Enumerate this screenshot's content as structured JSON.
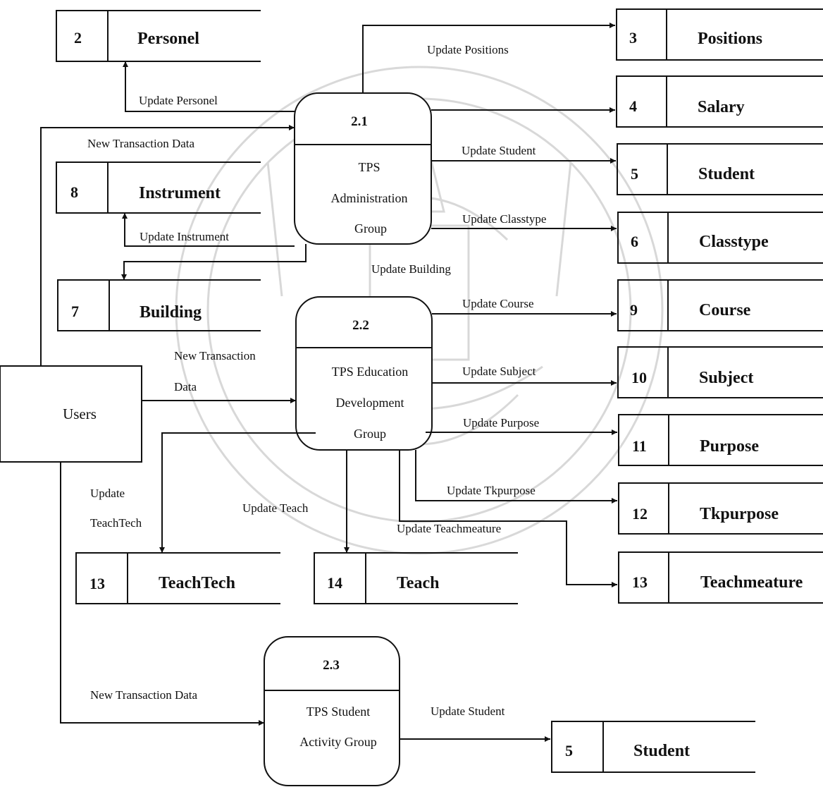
{
  "stores": {
    "personel": {
      "id": "2",
      "name": "Personel"
    },
    "positions": {
      "id": "3",
      "name": "Positions"
    },
    "salary": {
      "id": "4",
      "name": "Salary"
    },
    "student_a": {
      "id": "5",
      "name": "Student"
    },
    "classtype": {
      "id": "6",
      "name": "Classtype"
    },
    "instrument": {
      "id": "8",
      "name": "Instrument"
    },
    "building": {
      "id": "7",
      "name": "Building"
    },
    "course": {
      "id": "9",
      "name": "Course"
    },
    "subject": {
      "id": "10",
      "name": "Subject"
    },
    "purpose": {
      "id": "11",
      "name": "Purpose"
    },
    "tkpurpose": {
      "id": "12",
      "name": "Tkpurpose"
    },
    "teachtech": {
      "id": "13",
      "name": "TeachTech"
    },
    "teach": {
      "id": "14",
      "name": "Teach"
    },
    "teachmeature": {
      "id": "13",
      "name": "Teachmeature"
    },
    "student_b": {
      "id": "5",
      "name": "Student"
    }
  },
  "processes": {
    "p21": {
      "id": "2.1",
      "lines": [
        "TPS",
        "Administration",
        "Group"
      ]
    },
    "p22": {
      "id": "2.2",
      "lines": [
        "TPS Education",
        "Development",
        "Group"
      ]
    },
    "p23": {
      "id": "2.3",
      "lines": [
        "TPS Student",
        "Activity Group"
      ]
    }
  },
  "external": {
    "users": "Users"
  },
  "flows": {
    "update_positions": "Update Positions",
    "update_personel": "Update Personel",
    "new_transaction_1": "New Transaction Data",
    "update_student_1": "Update Student",
    "update_instrument": "Update Instrument",
    "update_classtype": "Update Classtype",
    "update_building": "Update Building",
    "update_course": "Update Course",
    "new_transaction_2a": "New Transaction",
    "new_transaction_2b": "Data",
    "update_subject": "Update Subject",
    "update_purpose": "Update Purpose",
    "update_tkpurpose": "Update Tkpurpose",
    "update_teachtech_a": "Update",
    "update_teachtech_b": "TeachTech",
    "update_teach": "Update Teach",
    "update_teachmeature": "Update Teachmeature",
    "new_transaction_3": "New Transaction Data",
    "update_student_2": "Update Student"
  },
  "colors": {
    "ink": "#111111",
    "watermark": "#b9b9b9"
  }
}
